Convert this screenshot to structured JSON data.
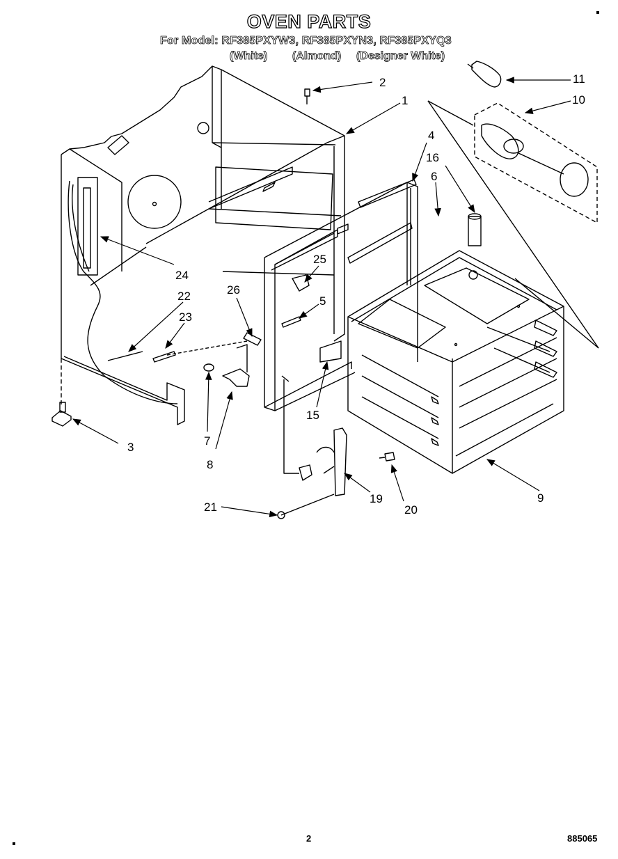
{
  "title": "OVEN PARTS",
  "models_line": "For Model: RF385PXYW3, RF385PXYN3, RF385PXYQ3",
  "color_variants": [
    "(White)",
    "(Almond)",
    "(Designer White)"
  ],
  "callouts": [
    {
      "id": "callout-1",
      "label": "1"
    },
    {
      "id": "callout-2",
      "label": "2"
    },
    {
      "id": "callout-3",
      "label": "3"
    },
    {
      "id": "callout-4",
      "label": "4"
    },
    {
      "id": "callout-5",
      "label": "5"
    },
    {
      "id": "callout-6",
      "label": "6"
    },
    {
      "id": "callout-7",
      "label": "7"
    },
    {
      "id": "callout-8",
      "label": "8"
    },
    {
      "id": "callout-9",
      "label": "9"
    },
    {
      "id": "callout-10",
      "label": "10"
    },
    {
      "id": "callout-11",
      "label": "11"
    },
    {
      "id": "callout-15",
      "label": "15"
    },
    {
      "id": "callout-16",
      "label": "16"
    },
    {
      "id": "callout-19",
      "label": "19"
    },
    {
      "id": "callout-20",
      "label": "20"
    },
    {
      "id": "callout-21",
      "label": "21"
    },
    {
      "id": "callout-22",
      "label": "22"
    },
    {
      "id": "callout-23",
      "label": "23"
    },
    {
      "id": "callout-24",
      "label": "24"
    },
    {
      "id": "callout-25",
      "label": "25"
    },
    {
      "id": "callout-26",
      "label": "26"
    }
  ],
  "page_number": "2",
  "doc_code": "885065"
}
